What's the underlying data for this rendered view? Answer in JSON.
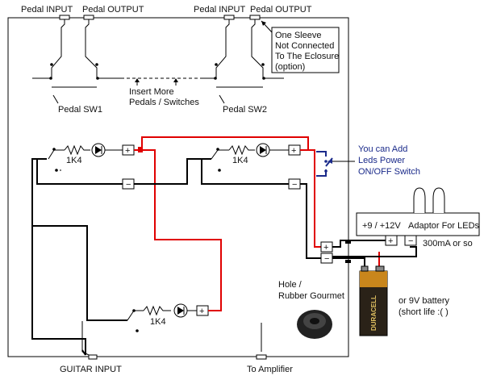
{
  "labels": {
    "pedal1_input": "Pedal INPUT",
    "pedal1_output": "Pedal OUTPUT",
    "pedal2_input": "Pedal INPUT",
    "pedal2_output": "Pedal OUTPUT",
    "sleeve_note_1": "One Sleeve",
    "sleeve_note_2": "Not Connected",
    "sleeve_note_3": "To The Eclosure",
    "sleeve_note_4": "(option)",
    "insert_more_1": "Insert More",
    "insert_more_2": "Pedals / Switches",
    "sw1": "Pedal SW1",
    "sw2": "Pedal SW2",
    "r1": "1K4",
    "r2": "1K4",
    "r3": "1K4",
    "leds_note_1": "You can Add",
    "leds_note_2": "Leds Power",
    "leds_note_3": "ON/OFF Switch",
    "adaptor_voltage": "+9 / +12V",
    "adaptor_label": "Adaptor For LEDs",
    "adaptor_current": "300mA or so",
    "hole_1": "Hole /",
    "hole_2": "Rubber Gourmet",
    "battery_1": "or 9V battery",
    "battery_2": "(short life :( )",
    "battery_brand": "DURACELL",
    "guitar_input": "GUITAR INPUT",
    "to_amp": "To Amplifier",
    "plus": "+",
    "minus": "−"
  },
  "colors": {
    "wire": "#000000",
    "led_positive": "#e00000",
    "switch_note": "#1a2a8a"
  }
}
